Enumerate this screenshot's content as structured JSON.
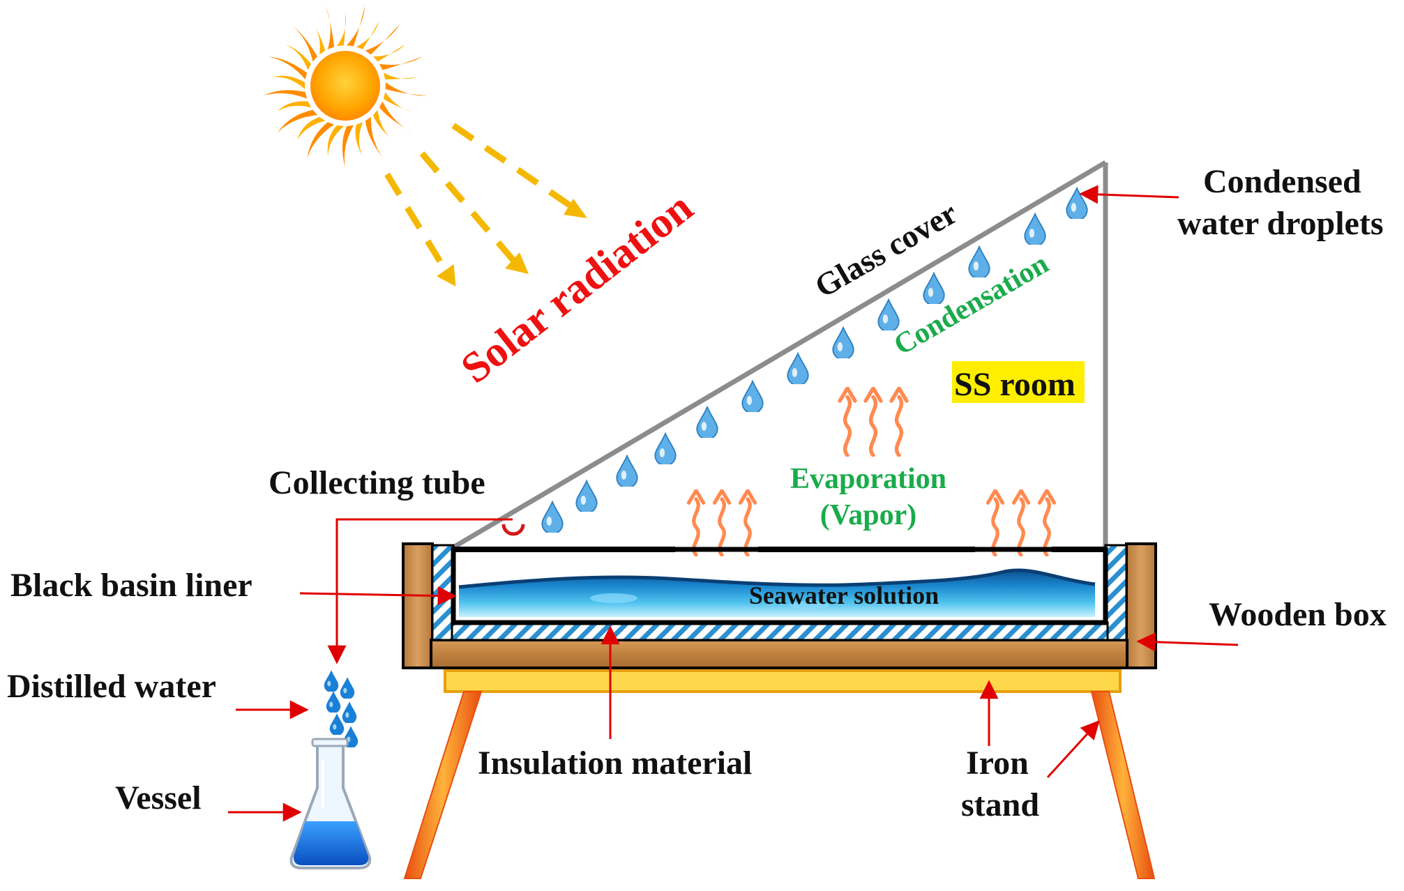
{
  "labels": {
    "solar_radiation": "Solar radiation",
    "glass_cover": "Glass cover",
    "condensation": "Condensation",
    "condensed_line1": "Condensed",
    "condensed_line2": "water droplets",
    "ss_room": "SS room",
    "evaporation": "Evaporation",
    "vapor": "(Vapor)",
    "collecting_tube": "Collecting tube",
    "black_basin_liner": "Black basin liner",
    "seawater_solution": "Seawater solution",
    "wooden_box": "Wooden box",
    "distilled_water": "Distilled water",
    "vessel": "Vessel",
    "insulation_material": "Insulation material",
    "iron_line1": "Iron",
    "iron_line2": "stand"
  },
  "icons": [
    "sun-icon",
    "water-droplet-icon",
    "vapor-arrow-icon",
    "flask-icon",
    "pointer-arrow-icon"
  ],
  "colors": {
    "solar_text": "#ee1111",
    "process_text": "#1aab4b",
    "highlight": "#ffee00",
    "sun": "#ff9a00",
    "rays": "#f5b800",
    "vapor": "#ff8a50",
    "water": "#1a7fc8",
    "wood": "#c68a4a",
    "stand": "#f5a623",
    "pointer": "#e00000"
  }
}
